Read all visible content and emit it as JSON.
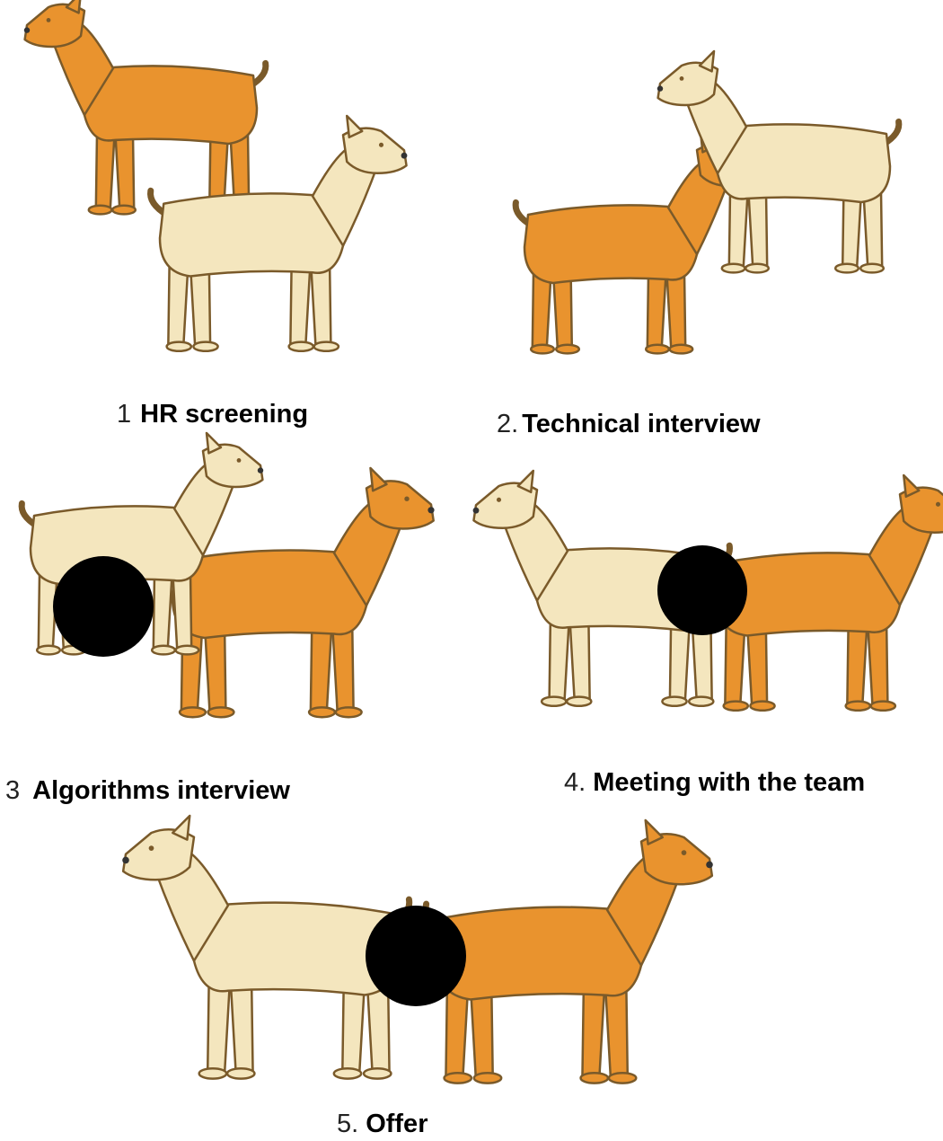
{
  "stages": [
    {
      "number": "1",
      "label": "HR screening"
    },
    {
      "number": "2.",
      "label": "Technical interview"
    },
    {
      "number": "3",
      "label": "Algorithms interview"
    },
    {
      "number": "4.",
      "label": "Meeting with the team"
    },
    {
      "number": "5.",
      "label": "Offer"
    }
  ],
  "colors": {
    "orange": "#E9932E",
    "orange_shade": "#D9741F",
    "cream": "#F4E6BE",
    "outline": "#7a5a2a",
    "censor": "#000000"
  }
}
